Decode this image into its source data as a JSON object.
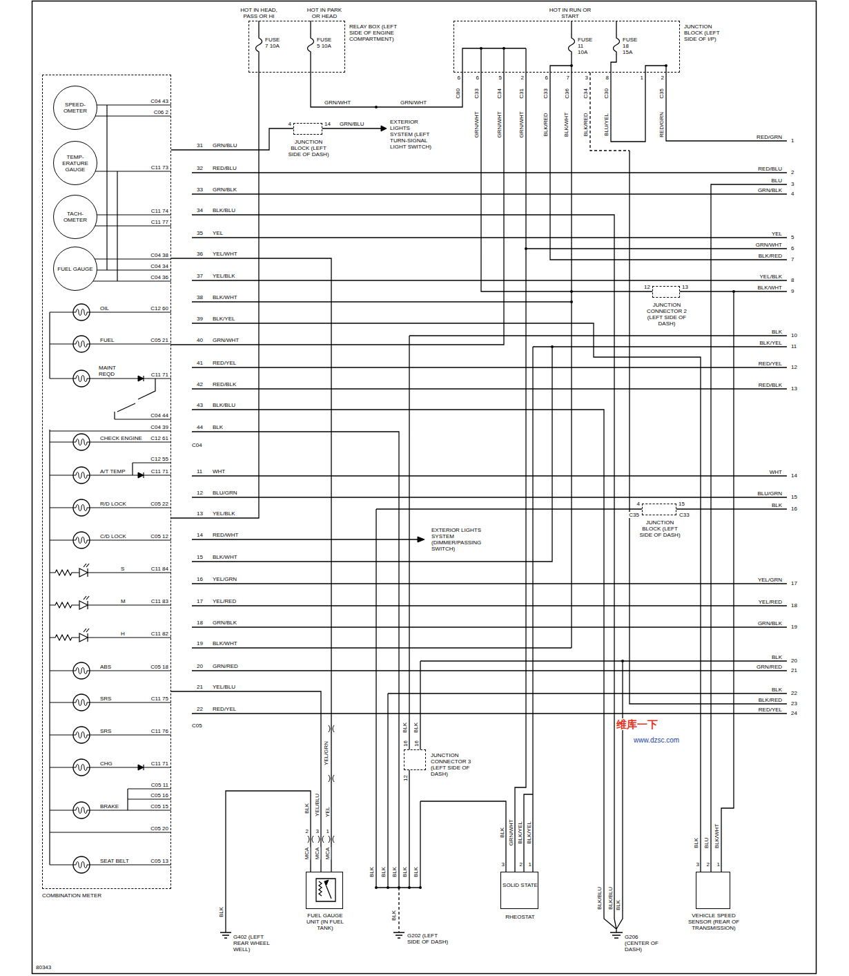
{
  "diagram": {
    "nodes": [
      {
        "text": [
          "FUSE 7 10A",
          "FUSE 5 10A",
          "RELAY BOX (LEFT SIDE OF ENGINE COMPARTMENT)"
        ]
      },
      {
        "text": [
          "FUSE 11 10A",
          "FUSE 18 15A",
          "JUNCTION BLOCK (LEFT SIDE OF I/P)"
        ]
      },
      {
        "text": [
          "JUNCTION BLOCK (LEFT SIDE OF DASH)"
        ]
      },
      {
        "text": [
          "COMBINATION METER"
        ]
      },
      {
        "text": [
          "SPEED-OMETER"
        ],
        "in": 3
      },
      {
        "text": [
          "TEMP-ERATURE GAUGE"
        ],
        "in": 3
      },
      {
        "text": [
          "TACH-OMETER"
        ],
        "in": 3
      },
      {
        "text": [
          "FUEL GAUGE"
        ],
        "in": 3
      },
      {
        "text": [
          "JUNCTION CONNECTOR 2 (LEFT SIDE OF DASH)"
        ]
      },
      {
        "text": [
          "JUNCTION BLOCK (LEFT SIDE OF DASH)"
        ]
      },
      {
        "text": [
          "JUNCTION CONNECTOR 3 (LEFT SIDE OF DASH)"
        ]
      },
      {
        "text": [
          "FUEL GAUGE UNIT (IN FUEL TANK)"
        ]
      },
      {
        "text": [
          "SOLID STATE",
          "RHEOSTAT"
        ]
      },
      {
        "text": [
          "VEHICLE SPEED SENSOR (REAR OF TRANSMISSION)"
        ]
      }
    ],
    "edges": [
      {
        "from": 0,
        "to": 1,
        "arrow": "none"
      },
      {
        "from": 2,
        "to": 3,
        "arrow": "none"
      },
      {
        "from": 0,
        "to": 3,
        "arrow": "none"
      },
      {
        "from": 1,
        "to": 3,
        "arrow": "none"
      },
      {
        "from": 11,
        "to": 3,
        "arrow": "none"
      },
      {
        "from": 11,
        "to": 3,
        "arrow": "none"
      },
      {
        "from": 1,
        "to": 12,
        "arrow": "none"
      },
      {
        "from": 8,
        "to": 13,
        "arrow": "none"
      }
    ],
    "labels": [
      "HOT IN HEAD, PASS OR HI",
      "HOT IN PARK OR HEAD",
      "HOT IN RUN OR START",
      "6",
      "C80",
      "6",
      "C33",
      "5",
      "C34",
      "2",
      "C31",
      "6",
      "C33",
      "7",
      "C36",
      "3",
      "C34",
      "8",
      "C30",
      "1",
      "2",
      "C35",
      "GRN/WHT",
      "GRN/WHT",
      "GRN/WHT",
      "BLK/RED",
      "BLK/WHT",
      "BLK/RED",
      "BLU/YEL",
      "RED/GRN",
      "GRN/WHT",
      "GRN/WHT",
      "4",
      "14",
      "GRN/BLU",
      "EXTERIOR LIGHTS SYSTEM (LEFT TURN-SIGNAL LIGHT SWITCH)",
      "31",
      "GRN/BLU",
      "32",
      "RED/BLU",
      "33",
      "GRN/BLK",
      "34",
      "BLK/BLU",
      "35",
      "YEL",
      "36",
      "YEL/WHT",
      "37",
      "YEL/BLK",
      "38",
      "BLK/WHT",
      "39",
      "BLK/YEL",
      "40",
      "GRN/WHT",
      "41",
      "RED/YEL",
      "42",
      "RED/BLK",
      "43",
      "BLK/BLU",
      "44",
      "BLK",
      "C04",
      "11",
      "WHT",
      "12",
      "BLU/GRN",
      "13",
      "YEL/BLK",
      "14",
      "RED/WHT",
      "15",
      "BLK/WHT",
      "16",
      "YEL/GRN",
      "17",
      "YEL/RED",
      "18",
      "GRN/BLK",
      "19",
      "BLK/WHT",
      "20",
      "GRN/RED",
      "21",
      "YEL/BLU",
      "22",
      "RED/YEL",
      "C05",
      "RED/GRN",
      "1",
      "RED/BLU",
      "2",
      "BLU",
      "3",
      "GRN/BLK",
      "4",
      "YEL",
      "5",
      "GRN/WHT",
      "6",
      "BLK/RED",
      "7",
      "YEL/BLK",
      "8",
      "BLK/WHT",
      "9",
      "BLK",
      "10",
      "BLK/YEL",
      "11",
      "RED/YEL",
      "12",
      "RED/BLK",
      "13",
      "WHT",
      "14",
      "BLU/GRN",
      "15",
      "BLK",
      "16",
      "YEL/GRN",
      "17",
      "YEL/RED",
      "18",
      "GRN/BLK",
      "19",
      "BLK",
      "20",
      "GRN/RED",
      "21",
      "BLK",
      "22",
      "BLK/RED",
      "23",
      "RED/YEL",
      "24",
      "12",
      "13",
      "4",
      "15",
      "C35",
      "C33",
      "EXTERIOR LIGHTS SYSTEM (DIMMER/PASSING SWITCH)",
      "BLK",
      "BLK",
      "16",
      "16",
      "12",
      "YEL/GRN",
      "BLK",
      "G402 (LEFT REAR WHEEL WELL)",
      "BLK",
      "YEL/BLU",
      "YEL",
      "2",
      "3",
      "1",
      "MCA",
      "MCA",
      "MCA",
      "BLK",
      "BLK",
      "BLK",
      "BLK",
      "BLK",
      "BLK",
      "G202 (LEFT SIDE OF DASH)",
      "BLK",
      "GRN/WHT",
      "BLK/YEL",
      "BLK/YEL",
      "3",
      "2",
      "1",
      "BLK/BLU",
      "BLK/BLU",
      "BLK",
      "G206 (CENTER OF DASH)",
      "BLK",
      "BLU",
      "BLK/WHT",
      "3",
      "2",
      "1",
      "C04 43",
      "C06 2",
      "C11 73",
      "C11 74",
      "C11 77",
      "C04 38",
      "C04 34",
      "C04 36",
      "OIL",
      "C12 60",
      "FUEL",
      "C05 21",
      "MAINT REQD",
      "C11 71",
      "C04 44",
      "C04 39",
      "CHECK ENGINE",
      "C12 61",
      "C12 55",
      "A/T TEMP",
      "C11 71",
      "R/D LOCK",
      "C05 22",
      "C/D LOCK",
      "C05 12",
      "S",
      "C11 84",
      "M",
      "C11 83",
      "H",
      "C11 82",
      "ABS",
      "C05 18",
      "SRS",
      "C11 75",
      "SRS",
      "C11 76",
      "CHG",
      "C11 71",
      "C05 11",
      "C05 16",
      "BRAKE",
      "C05 15",
      "C05 20",
      "SEAT BELT",
      "C05 13",
      "80343",
      "维库一下",
      "www.dzsc.com"
    ]
  }
}
